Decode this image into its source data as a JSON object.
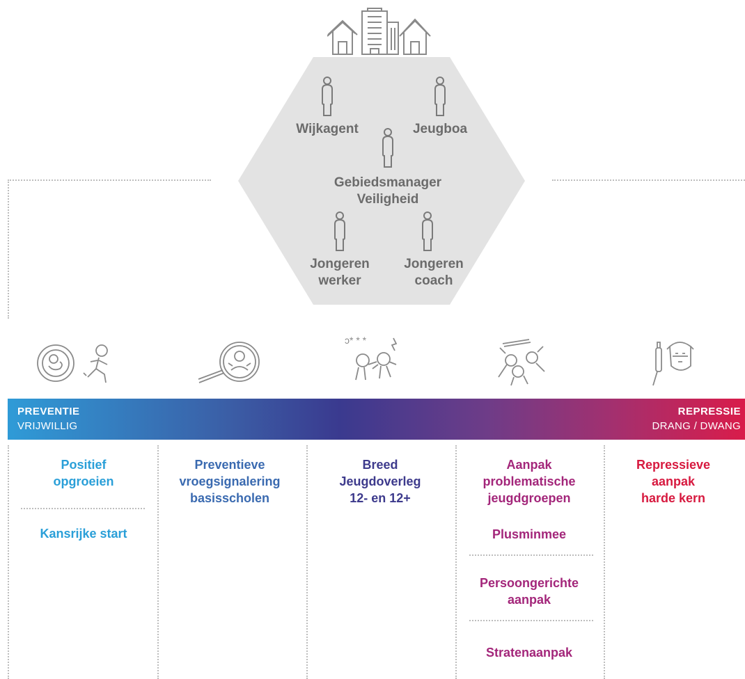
{
  "roles": {
    "wijkagent": "Wijkagent",
    "jeugdboa": "Jeugboa",
    "gebiedsmanager_line1": "Gebiedsmanager",
    "gebiedsmanager_line2": "Veiligheid",
    "jongerenwerker_line1": "Jongeren",
    "jongerenwerker_line2": "werker",
    "jongerencoach_line1": "Jongeren",
    "jongerencoach_line2": "coach"
  },
  "band": {
    "left_title": "PREVENTIE",
    "left_sub": "VRIJWILLIG",
    "right_title": "REPRESSIE",
    "right_sub": "DRANG / DWANG"
  },
  "columns": {
    "col1": {
      "item1_line1": "Positief",
      "item1_line2": "opgroeien",
      "item2": "Kansrijke start"
    },
    "col2": {
      "line1": "Preventieve",
      "line2": "vroegsignalering",
      "line3": "basisscholen"
    },
    "col3": {
      "line1": "Breed",
      "line2": "Jeugdoverleg",
      "line3": "12- en 12+"
    },
    "col4": {
      "item1_line1": "Aanpak",
      "item1_line2": "problematische",
      "item1_line3": "jeugdgroepen",
      "item2": "Plusminmee",
      "item3_line1": "Persoongerichte",
      "item3_line2": "aanpak",
      "item4": "Stratenaanpak"
    },
    "col5": {
      "line1": "Repressieve",
      "line2": "aanpak",
      "line3": "harde kern"
    }
  },
  "colors": {
    "col1": "#2a9fd8",
    "col2": "#3a6ab0",
    "col3": "#3d3a8c",
    "col4": "#a3267a",
    "col5": "#d7193f",
    "hexagon": "#e3e3e3",
    "icon_stroke": "#8a8a8a",
    "dotted": "#bdbdbd"
  },
  "icons": [
    "houses-and-building-icon",
    "person-icon",
    "baby-and-running-child-icon",
    "magnifier-child-icon",
    "fighting-kids-icon",
    "group-fight-icon",
    "masked-youth-with-bottle-icon"
  ]
}
